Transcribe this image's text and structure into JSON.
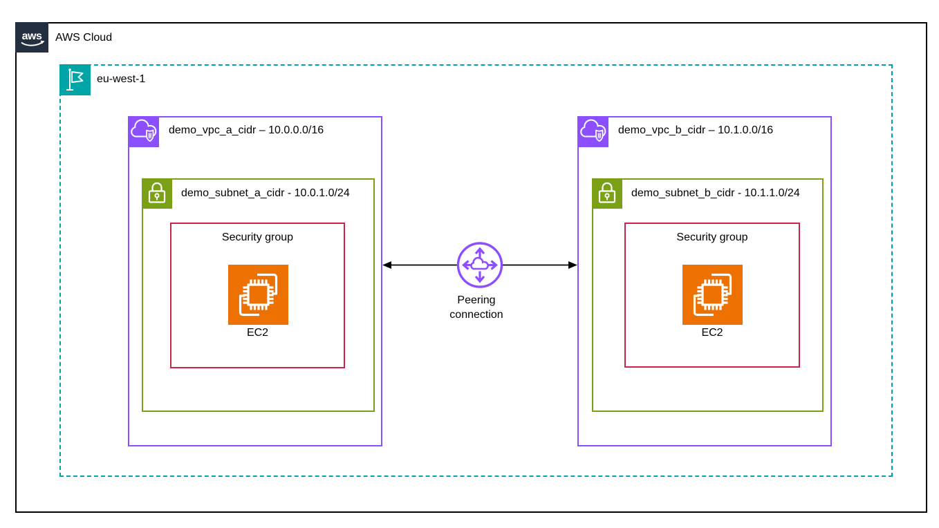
{
  "colors": {
    "frame_black": "#000000",
    "aws_dark": "#232F3E",
    "region_teal": "#00A4A6",
    "vpc_purple": "#8C4FFF",
    "subnet_green": "#7AA116",
    "security_group_red": "#C7254C",
    "ec2_orange": "#ED7100",
    "connector_black": "#000000",
    "icon_white": "#FFFFFF"
  },
  "aws_cloud": {
    "label": "AWS Cloud",
    "icon": "aws-logo-icon"
  },
  "region": {
    "label": "eu-west-1",
    "icon": "region-flag-icon"
  },
  "vpcs": [
    {
      "label": "demo_vpc_a_cidr – 10.0.0.0/16",
      "icon": "vpc-cloud-shield-icon",
      "subnet": {
        "label": "demo_subnet_a_cidr - 10.0.1.0/24",
        "icon": "subnet-padlock-icon",
        "security_group": {
          "label": "Security group",
          "instance": {
            "label": "EC2",
            "icon": "ec2-chip-icon"
          }
        }
      }
    },
    {
      "label": "demo_vpc_b_cidr – 10.1.0.0/16",
      "icon": "vpc-cloud-shield-icon",
      "subnet": {
        "label": "demo_subnet_b_cidr - 10.1.1.0/24",
        "icon": "subnet-padlock-icon",
        "security_group": {
          "label": "Security group",
          "instance": {
            "label": "EC2",
            "icon": "ec2-chip-icon"
          }
        }
      }
    }
  ],
  "peering_connection": {
    "label": "Peering connection",
    "icon": "peering-connection-icon"
  }
}
